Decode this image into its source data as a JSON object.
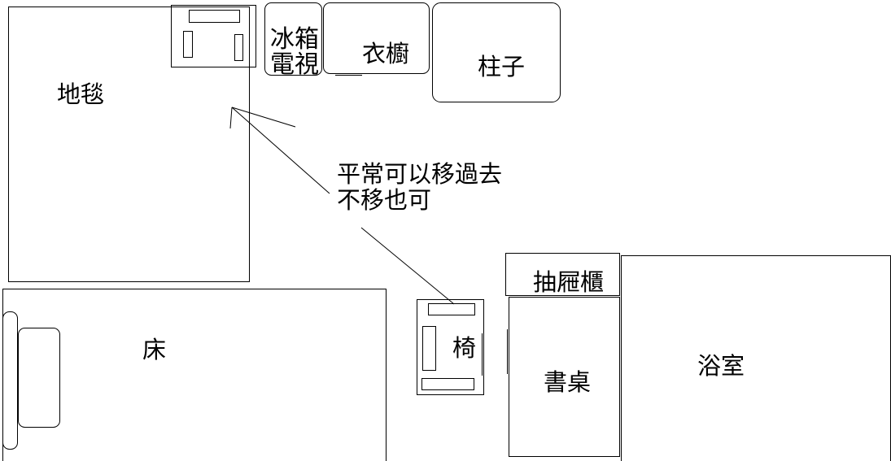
{
  "diagram": {
    "carpet": {
      "label": "地毯"
    },
    "fridge_tv": {
      "line1": "冰箱",
      "line2": "電視"
    },
    "wardrobe": {
      "label": "衣櫥"
    },
    "pillar": {
      "label": "柱子"
    },
    "note": {
      "line1": "平常可以移過去",
      "line2": "不移也可"
    },
    "bed": {
      "label": "床"
    },
    "chair": {
      "label": "椅"
    },
    "drawer_cabinet": {
      "label": "抽屜櫃"
    },
    "desk": {
      "label": "書桌"
    },
    "bathroom": {
      "label": "浴室"
    }
  },
  "colors": {
    "line": "#000000",
    "background": "#ffffff"
  }
}
